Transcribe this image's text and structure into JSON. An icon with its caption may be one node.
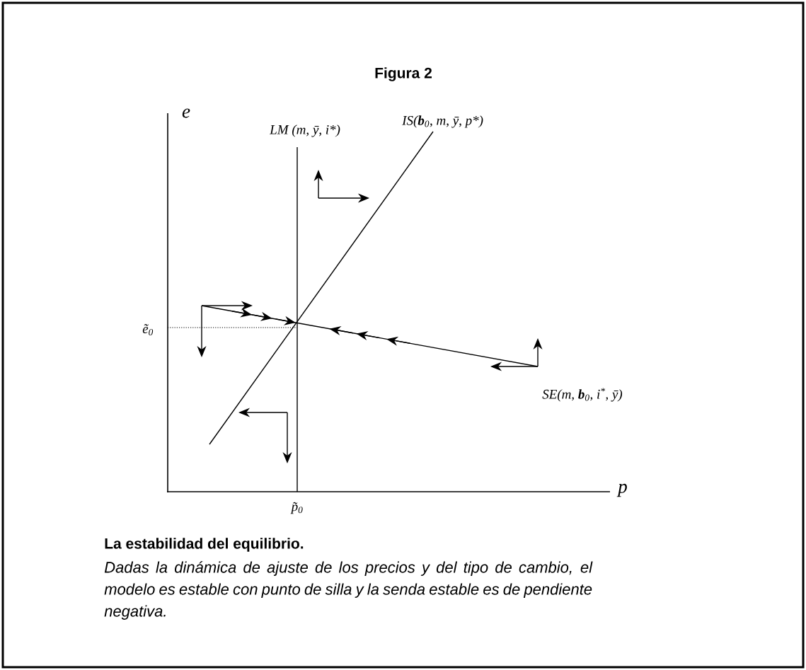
{
  "diagram": {
    "title": "Figura 2",
    "caption": "La estabilidad del equilibrio.",
    "labels": [
      "e",
      "LM (m, ȳ, i*)",
      "IS(**b**$_{0}$, m, ȳ, p*)",
      "ẽ$_{0}$",
      "SE(m, **b**$_{0}$, i$^{*}$, ȳ)",
      "p",
      "p̃$_{0}$",
      "Dadas la dinámica de ajuste de los precios y del tipo de cambio, el modelo es estable con punto de silla y la senda estable es de pendiente negativa."
    ]
  }
}
